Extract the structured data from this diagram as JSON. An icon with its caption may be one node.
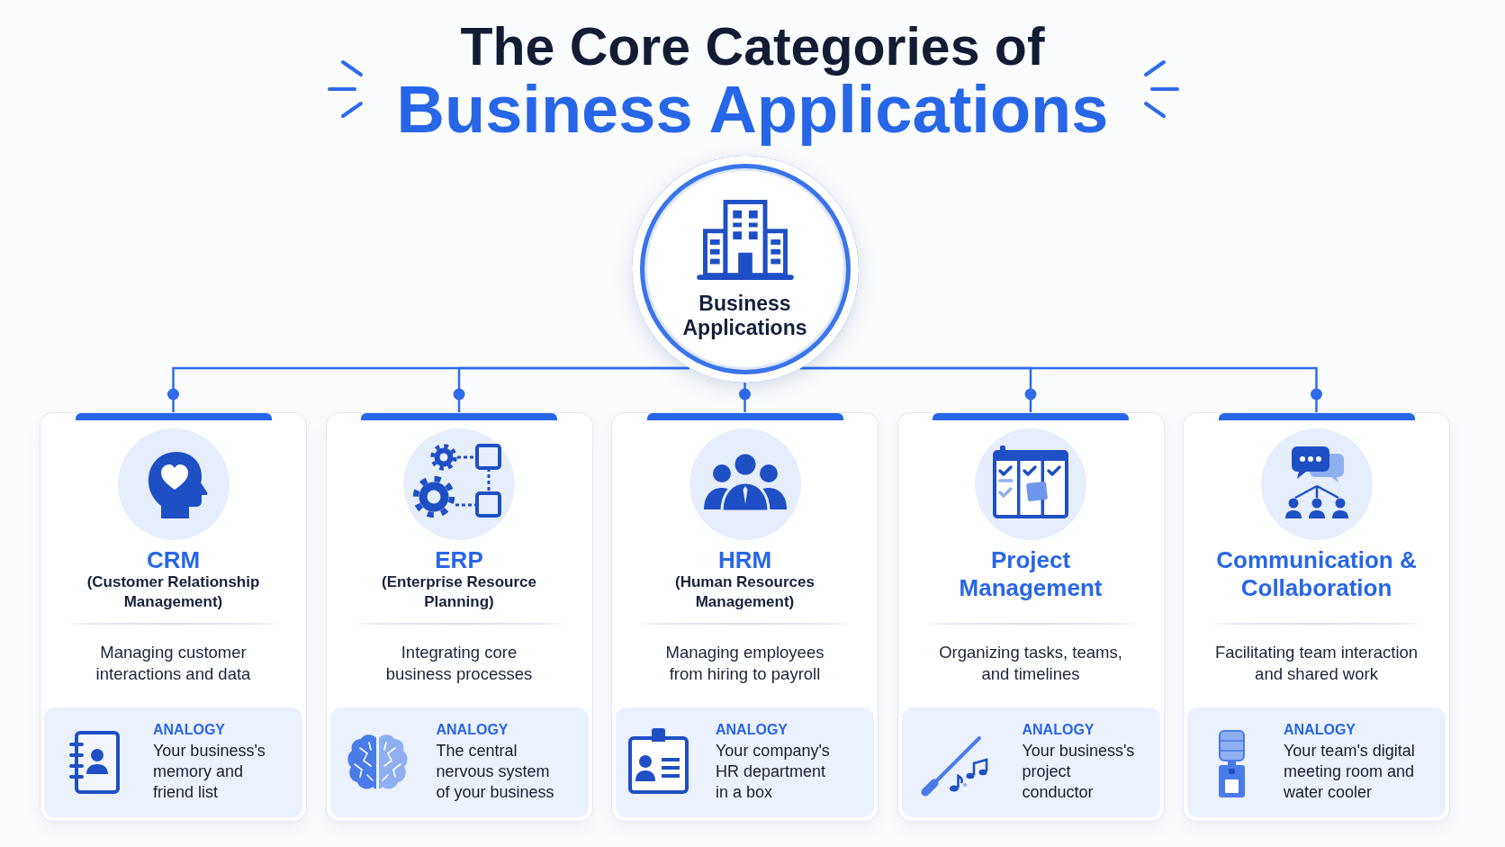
{
  "diagram": {
    "title": "The Core Categories of Business Applications",
    "nodes": [
      {
        "text": [
          "Business Applications"
        ]
      },
      {
        "text": [
          "CRM",
          "(Customer Relationship Management)",
          "Managing customer interactions and data"
        ]
      },
      {
        "text": [
          "ANALOGY",
          "Your business's memory and friend list"
        ],
        "in": 1
      },
      {
        "text": [
          "ERP",
          "(Enterprise Resource Planning)",
          "Integrating core business processes"
        ]
      },
      {
        "text": [
          "ANALOGY",
          "The central nervous system of your business"
        ],
        "in": 3
      },
      {
        "text": [
          "HRM",
          "(Human Resources Management)",
          "Managing employees from hiring to payroll"
        ]
      },
      {
        "text": [
          "ANALOGY",
          "Your company's HR department in a box"
        ],
        "in": 5
      },
      {
        "text": [
          "Project Management",
          "Organizing tasks, teams, and timelines"
        ]
      },
      {
        "text": [
          "ANALOGY",
          "Your business's project conductor"
        ],
        "in": 7
      },
      {
        "text": [
          "Communication & Collaboration",
          "Facilitating team interaction and shared work"
        ]
      },
      {
        "text": [
          "ANALOGY",
          "Your team's digital meeting room and water cooler"
        ],
        "in": 9
      }
    ],
    "edges": [
      {
        "from": 0,
        "to": 1,
        "arrow": "other"
      },
      {
        "from": 0,
        "to": 3,
        "arrow": "other"
      },
      {
        "from": 0,
        "to": 5,
        "arrow": "other"
      },
      {
        "from": 0,
        "to": 7,
        "arrow": "other"
      },
      {
        "from": 0,
        "to": 9,
        "arrow": "other"
      }
    ]
  }
}
